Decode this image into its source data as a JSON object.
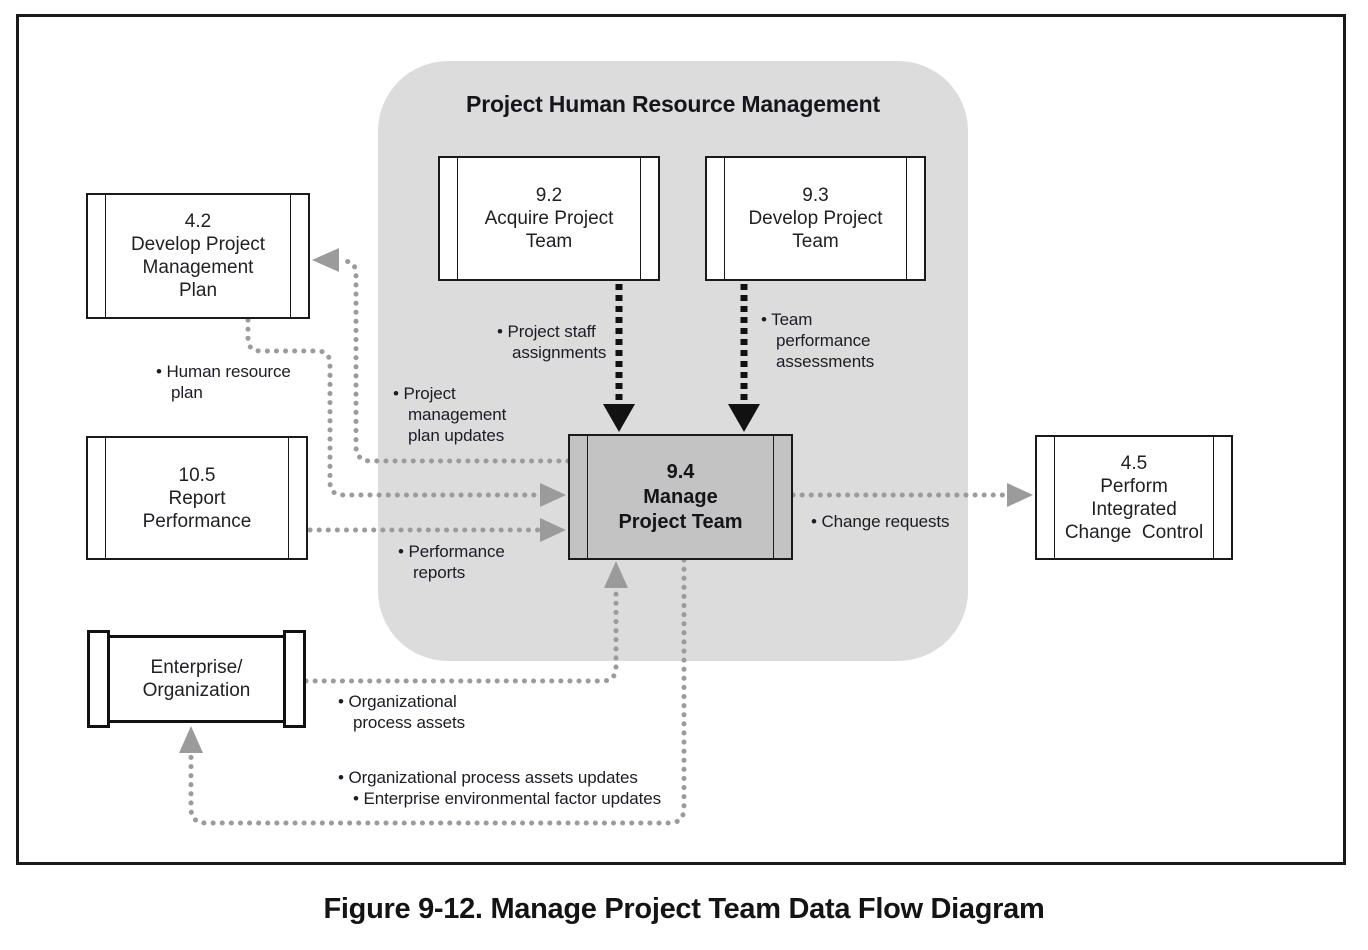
{
  "caption": "Figure 9-12. Manage Project Team Data Flow Diagram",
  "group": {
    "title": "Project Human Resource Management"
  },
  "processes": {
    "develop_pm_plan": {
      "number": "4.2",
      "name": "Develop Project\nManagement\nPlan"
    },
    "report_performance": {
      "number": "10.5",
      "name": "Report\nPerformance"
    },
    "acquire_team": {
      "number": "9.2",
      "name": "Acquire Project\nTeam"
    },
    "develop_team": {
      "number": "9.3",
      "name": "Develop Project\nTeam"
    },
    "manage_team": {
      "number": "9.4",
      "name": "Manage\nProject Team"
    },
    "perform_icc": {
      "number": "4.5",
      "name": "Perform\nIntegrated\nChange  Control"
    }
  },
  "entities": {
    "enterprise": {
      "name": "Enterprise/\nOrganization"
    }
  },
  "flows": {
    "human_resource_plan": "• Human resource\nplan",
    "pm_plan_updates": "• Project\nmanagement\nplan updates",
    "project_staff_assignments": "• Project staff\nassignments",
    "team_performance_assessments": "• Team\nperformance\nassessments",
    "performance_reports": "• Performance\nreports",
    "change_requests": "• Change requests",
    "org_process_assets": "• Organizational\nprocess assets",
    "updates_block": "• Organizational process assets updates\n• Enterprise environmental factor updates"
  },
  "colors": {
    "group_background": "#dcdcdc",
    "manage_box_fill": "#c3c3c3",
    "box_fill": "#ffffff",
    "border": "#1a1a1a",
    "dotted_connector": "#9b9b9b",
    "black_connector": "#111111",
    "text": "#1f1f24"
  }
}
